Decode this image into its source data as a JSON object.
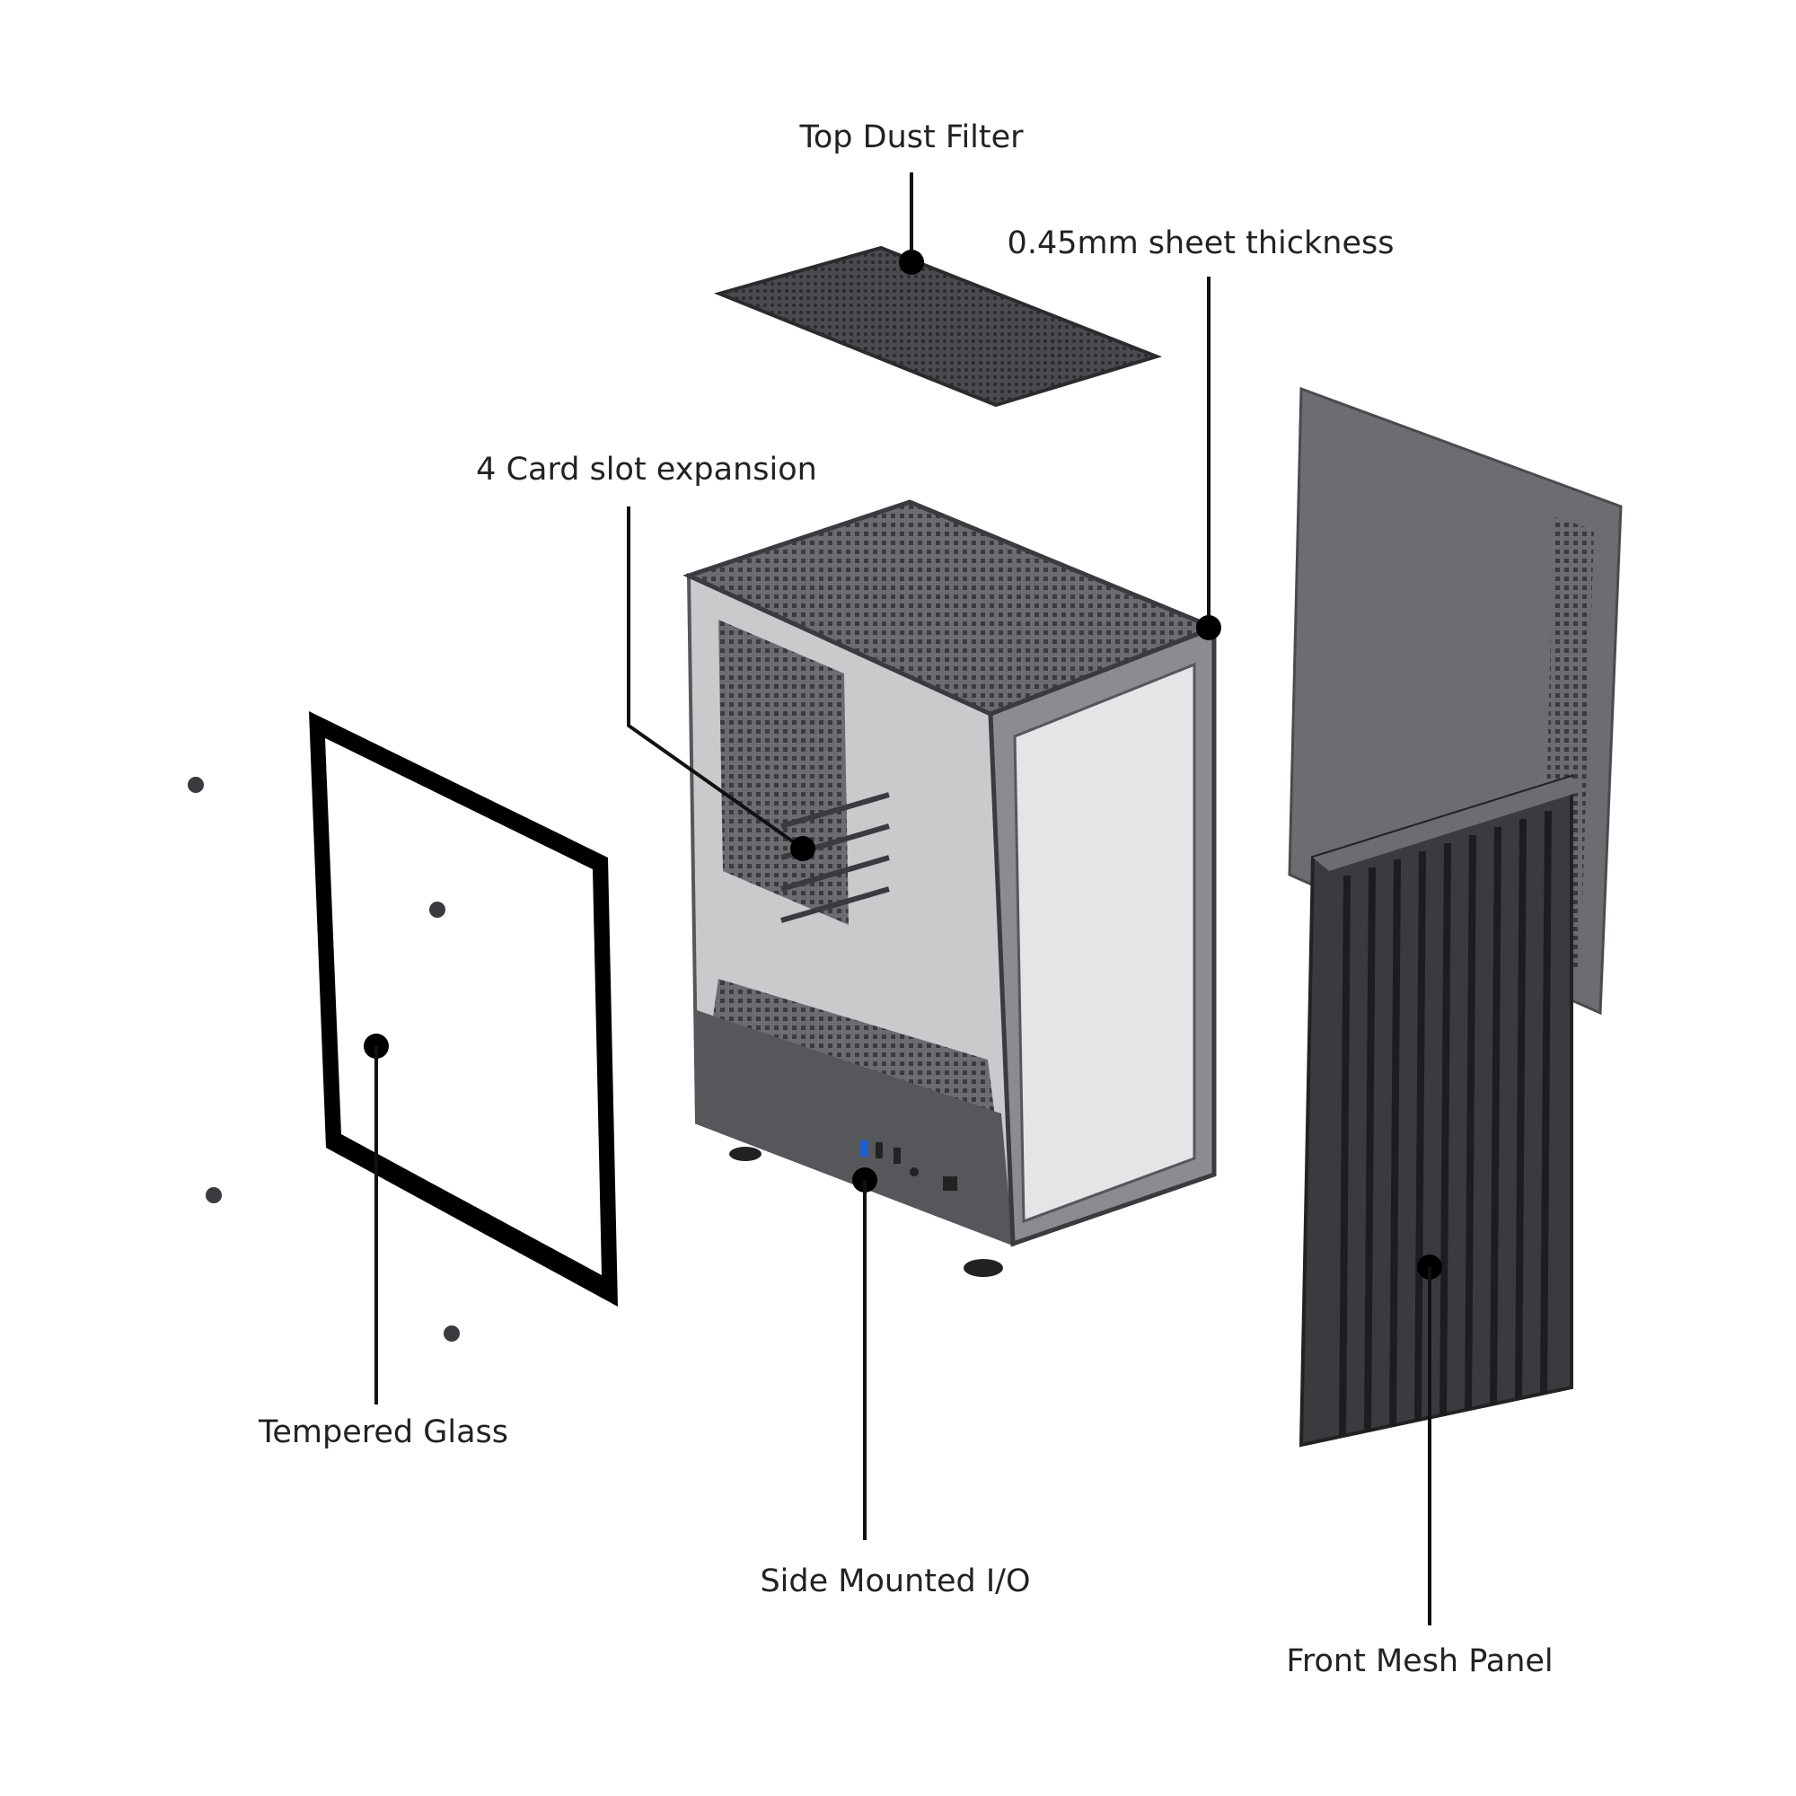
{
  "labels": {
    "top_dust_filter": "Top Dust Filter",
    "sheet_thickness": "0.45mm sheet thickness",
    "card_slot": "4 Card slot expansion",
    "tempered_glass": "Tempered Glass",
    "side_io": "Side Mounted I/O",
    "front_mesh": "Front Mesh Panel"
  },
  "colors": {
    "metal": "#55575b",
    "metal_dark": "#3a3b3e",
    "metal_light": "#7a7c80",
    "leader": "#111111"
  }
}
